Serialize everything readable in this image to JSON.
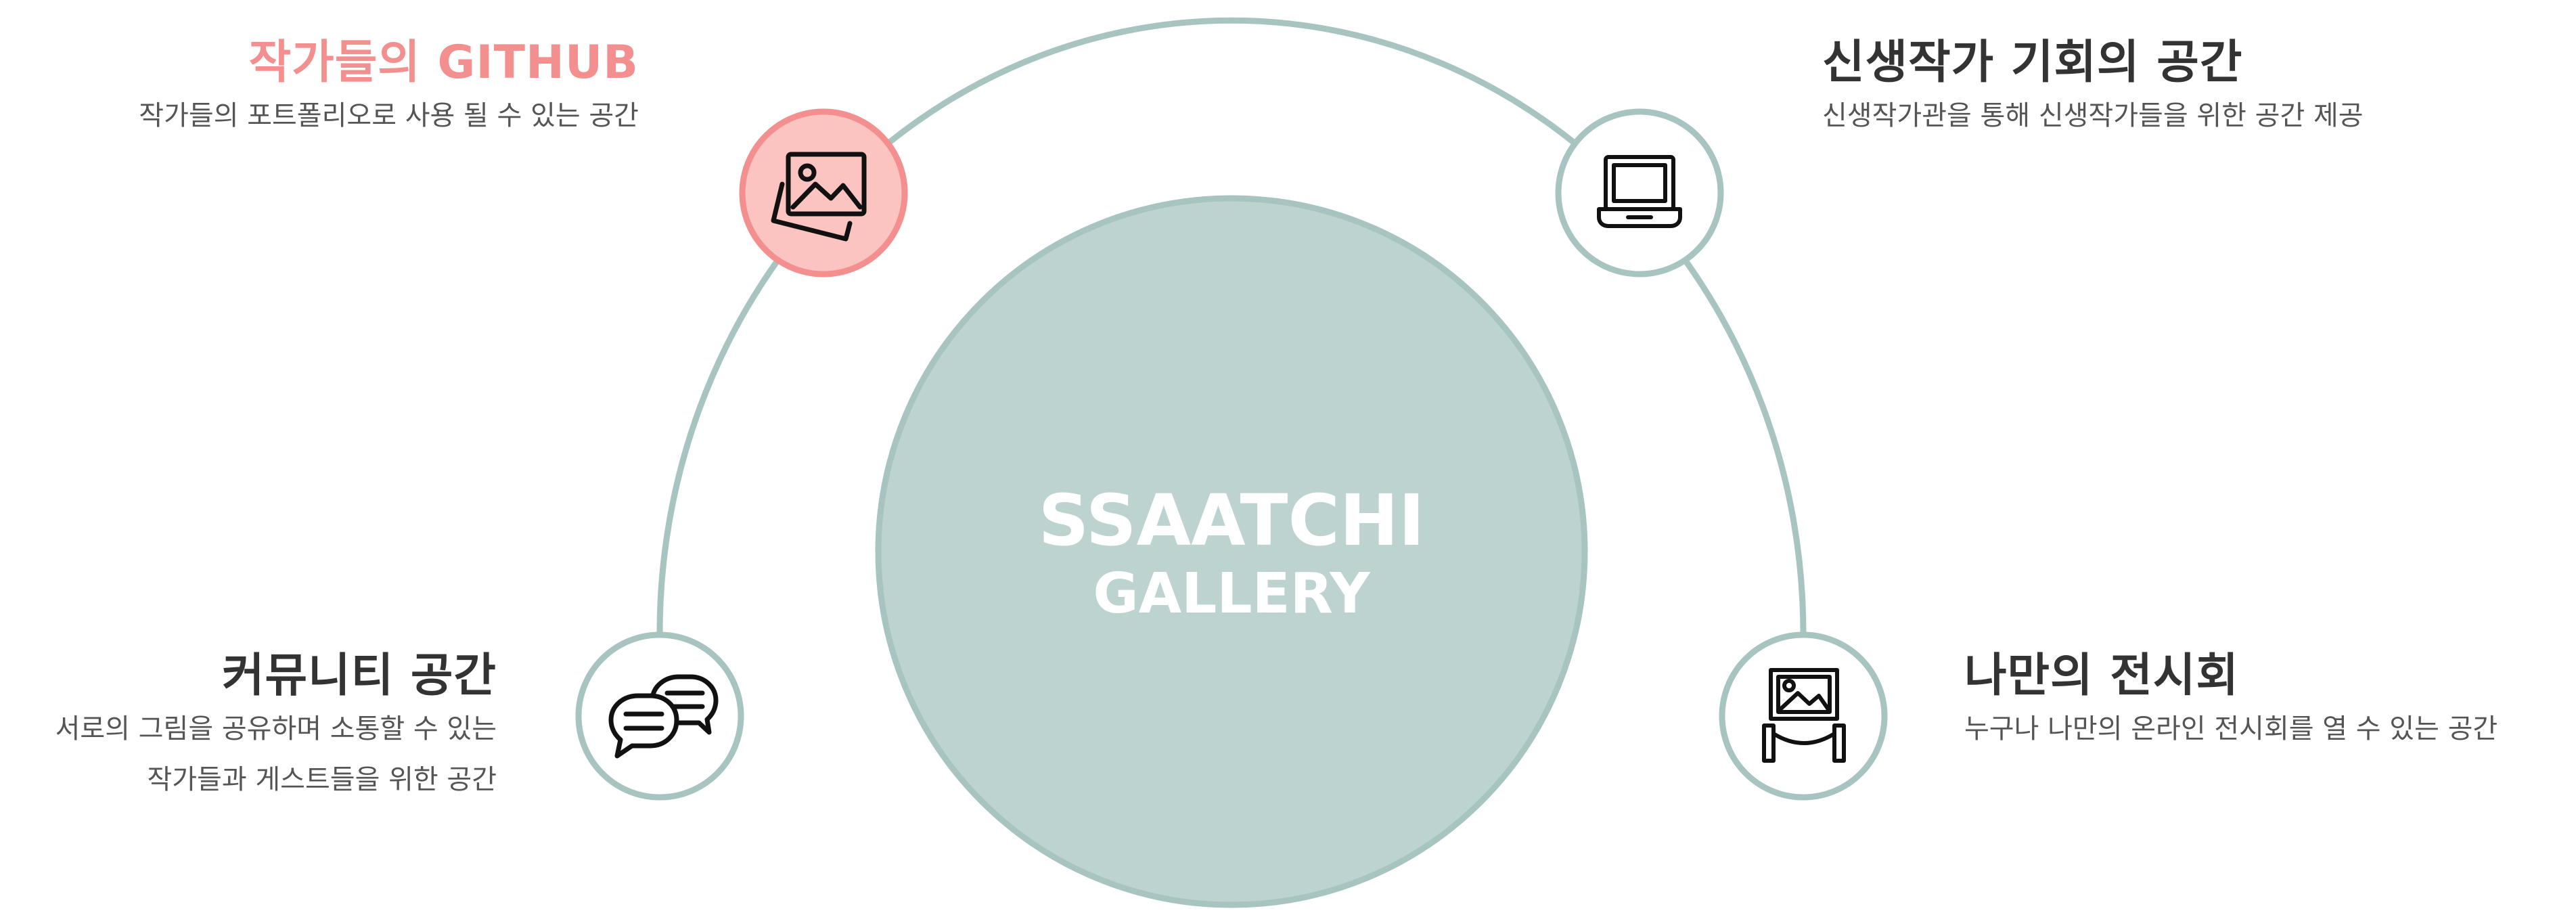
{
  "brand": {
    "line1": "SSAATCHI",
    "line2": "GALLERY"
  },
  "colors": {
    "teal": "#A8C4C1",
    "teal_fill": "#BDD3D0",
    "accent_pink": "#F3908F",
    "accent_pink_fill": "#FBC4C0",
    "text_dark": "#333333",
    "text_body": "#555555"
  },
  "features": {
    "github": {
      "icon": "photos-icon",
      "title": "작가들의 GITHUB",
      "desc_lines": [
        "작가들의 포트폴리오로 사용 될 수 있는 공간"
      ],
      "highlighted": true
    },
    "newartist": {
      "icon": "laptop-icon",
      "title": "신생작가 기회의 공간",
      "desc_lines": [
        "신생작가관을 통해 신생작가들을 위한 공간 제공"
      ]
    },
    "community": {
      "icon": "chat-bubbles-icon",
      "title": "커뮤니티 공간",
      "desc_lines": [
        "서로의 그림을 공유하며 소통할 수 있는",
        "작가들과 게스트들을 위한 공간"
      ]
    },
    "exhibition": {
      "icon": "exhibition-frame-icon",
      "title": "나만의 전시회",
      "desc_lines": [
        "누구나 나만의 온라인 전시회를 열 수 있는 공간"
      ]
    }
  }
}
